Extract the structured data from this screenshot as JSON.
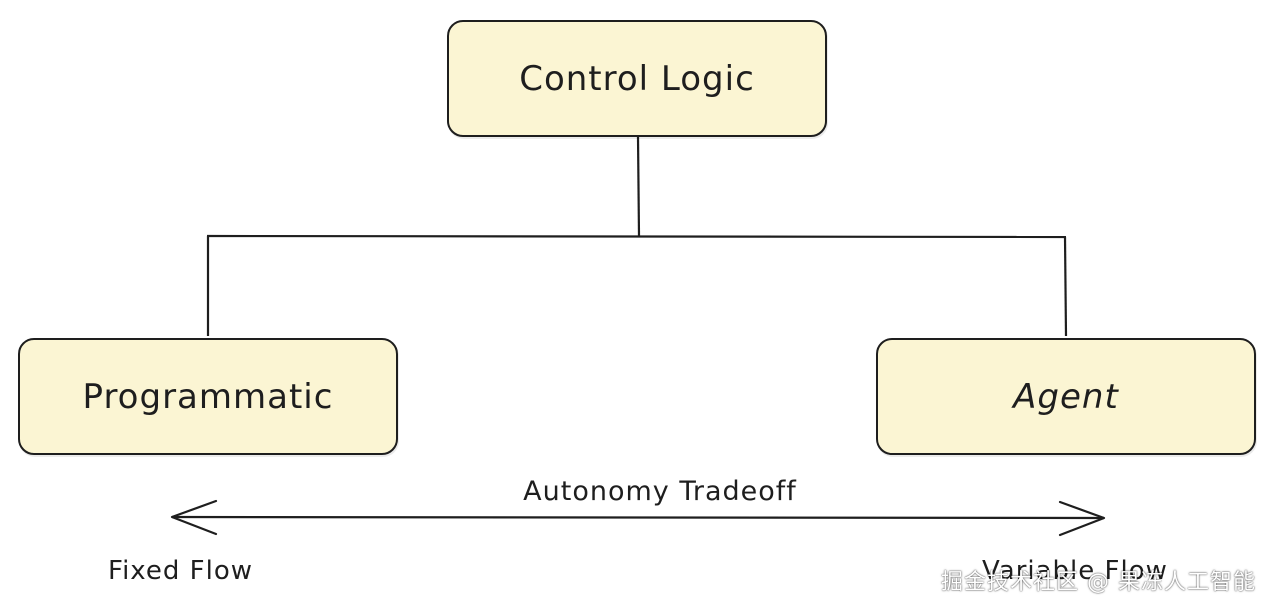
{
  "diagram": {
    "root": {
      "label": "Control Logic"
    },
    "children": [
      {
        "label": "Programmatic"
      },
      {
        "label": "Agent"
      }
    ],
    "axis": {
      "title": "Autonomy Tradeoff",
      "left_label": "Fixed Flow",
      "right_label": "Variable Flow"
    }
  },
  "watermark": {
    "text": "掘金技术社区 @ 果冻人工智能"
  },
  "colors": {
    "node_fill": "#fbf5d3",
    "stroke": "#1e1e1e"
  }
}
